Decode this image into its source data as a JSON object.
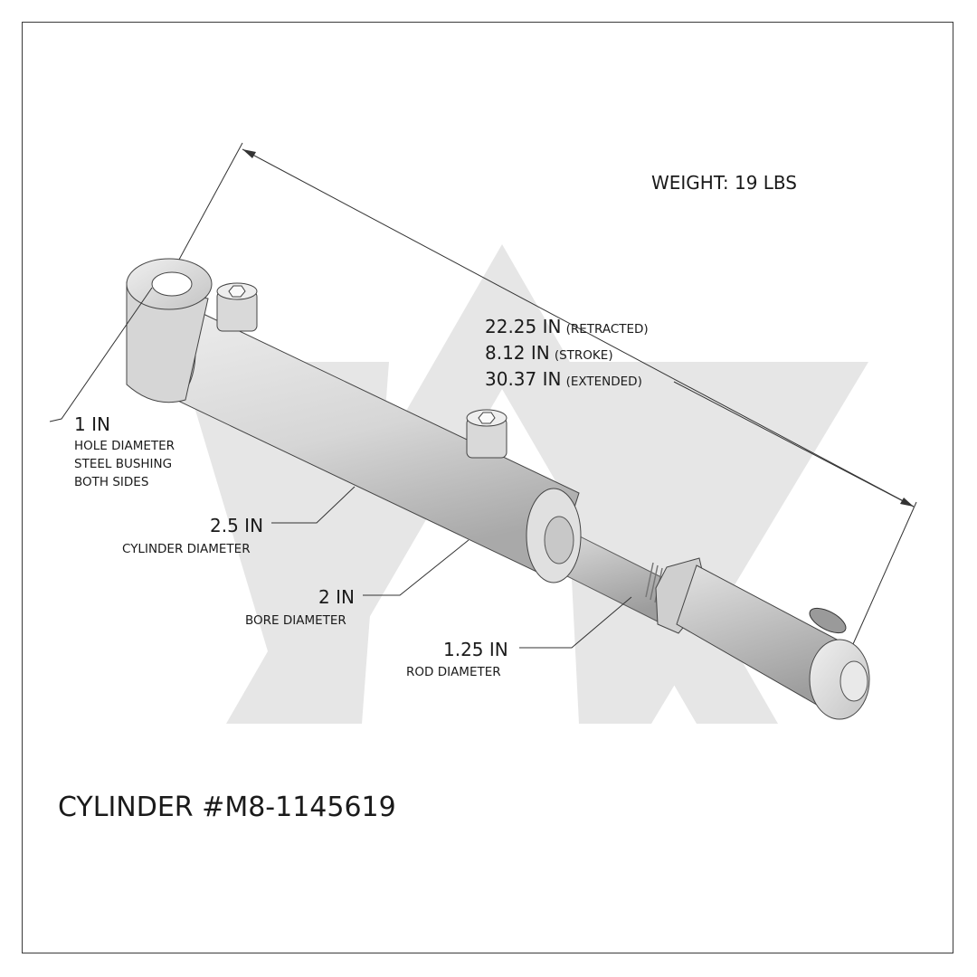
{
  "title": "CYLINDER #M8-1145619",
  "weight": "WEIGHT: 19 LBS",
  "overall_length": [
    {
      "value": "22.25 IN",
      "note": "(RETRACTED)"
    },
    {
      "value": "8.12 IN",
      "note": "(STROKE)"
    },
    {
      "value": "30.37 IN",
      "note": "(EXTENDED)"
    }
  ],
  "callouts": {
    "hole": {
      "value": "1 IN",
      "desc": [
        "HOLE DIAMETER",
        "STEEL BUSHING",
        "BOTH SIDES"
      ]
    },
    "cylinder": {
      "value": "2.5 IN",
      "desc": "CYLINDER DIAMETER"
    },
    "bore": {
      "value": "2 IN",
      "desc": "BORE DIAMETER"
    },
    "rod": {
      "value": "1.25 IN",
      "desc": "ROD DIAMETER"
    }
  },
  "colors": {
    "watermark": "#e4e4e4",
    "part_fill": "#dcdcdc",
    "part_dark": "#b9b9b9",
    "line": "#2a2a2a"
  }
}
